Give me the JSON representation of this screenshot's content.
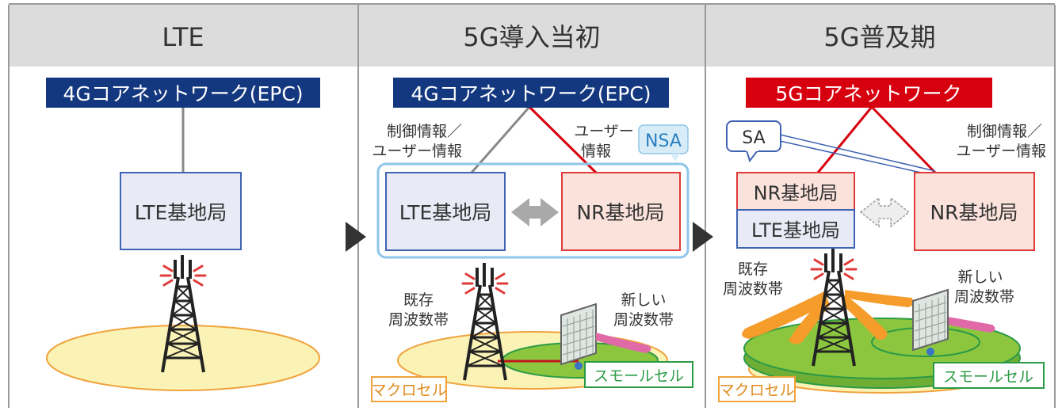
{
  "panels": [
    {
      "header": "LTE",
      "core_network": "4Gコアネットワーク(EPC)",
      "base_station": "LTE基地局"
    },
    {
      "header": "5G導入当初",
      "core_network": "4Gコアネットワーク(EPC)",
      "control_label_line1": "制御情報／",
      "control_label_line2": "ユーザー情報",
      "user_label_line1": "ユーザー",
      "user_label_line2": "情報",
      "mode_badge": "NSA",
      "lte_station": "LTE基地局",
      "nr_station": "NR基地局",
      "existing_band_line1": "既存",
      "existing_band_line2": "周波数帯",
      "new_band_line1": "新しい",
      "new_band_line2": "周波数帯",
      "macro_cell": "マクロセル",
      "small_cell": "スモールセル"
    },
    {
      "header": "5G普及期",
      "core_network": "5Gコアネットワーク",
      "mode_badge": "SA",
      "control_label_line1": "制御情報／",
      "control_label_line2": "ユーザー情報",
      "nr_station_stacked": "NR基地局",
      "lte_station_stacked": "LTE基地局",
      "nr_station": "NR基地局",
      "existing_band_line1": "既存",
      "existing_band_line2": "周波数帯",
      "new_band_line1": "新しい",
      "new_band_line2": "周波数帯",
      "macro_cell": "マクロセル",
      "small_cell": "スモールセル"
    }
  ],
  "colors": {
    "header_bg": "#dcdcdc",
    "epc_navy": "#14387f",
    "core_red": "#d7000f",
    "lte_box_bg": "#e8ebf6",
    "lte_box_border": "#3f63b3",
    "nr_box_bg": "#fbe3dc",
    "nr_box_border": "#e03a3a",
    "nsa_group_border": "#8fc6ea",
    "macro_fill": "#fbf3b5",
    "macro_border": "#f0a23c",
    "small_fill": "#8cc63f",
    "small_border": "#2b9a46",
    "beam_orange": "#f59c2b",
    "beam_pink": "#e06aa8"
  }
}
